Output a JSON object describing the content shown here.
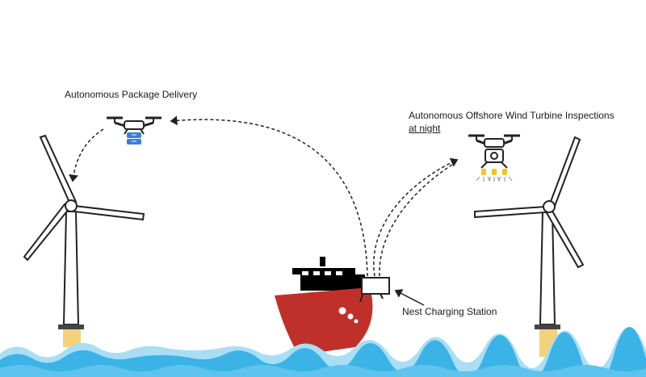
{
  "labels": {
    "delivery": "Autonomous Package Delivery",
    "inspection_line1": "Autonomous Offshore Wind Turbine Inspections",
    "inspection_line2": "at night",
    "nest": "Nest Charging Station"
  },
  "colors": {
    "sea": "#3bb3e6",
    "sea_light": "#a9def5",
    "hull": "#c0302a",
    "turbine_base": "#f2d27a",
    "package": "#3b7dd8",
    "light_beam": "#f5c518"
  },
  "icons": [
    "drone-icon",
    "package-icon",
    "camera-icon",
    "ship-icon",
    "wind-turbine-icon",
    "arrow-icon"
  ]
}
